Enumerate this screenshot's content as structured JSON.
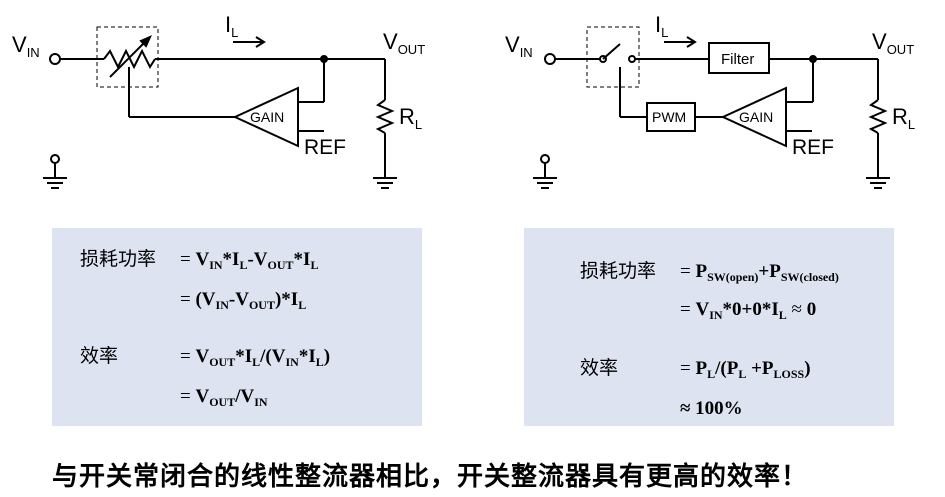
{
  "left_circuit": {
    "vin": "V",
    "vin_sub": "IN",
    "il": "I",
    "il_sub": "L",
    "vout": "V",
    "vout_sub": "OUT",
    "rl": "R",
    "rl_sub": "L",
    "gain": "GAIN",
    "ref": "REF"
  },
  "right_circuit": {
    "vin": "V",
    "vin_sub": "IN",
    "il": "I",
    "il_sub": "L",
    "vout": "V",
    "vout_sub": "OUT",
    "rl": "R",
    "rl_sub": "L",
    "filter": "Filter",
    "pwm": "PWM",
    "gain": "GAIN",
    "ref": "REF"
  },
  "left_box": {
    "loss_label": "损耗功率",
    "loss_line1": "= V IN*IL-VOUT*IL",
    "loss_line2": "= (VIN-VOUT)*IL",
    "eff_label": "效率",
    "eff_line1": "= VOUT*IL/(VIN*IL)",
    "eff_line2": "= VOUT/VIN"
  },
  "right_box": {
    "loss_label": "损耗功率",
    "loss_line1": "= PSW(open)+PSW(closed)",
    "loss_line2": "= VIN*0+0*IL ≈ 0",
    "eff_label": "效率",
    "eff_line1": "= PL/(PL +PLOSS)",
    "eff_line2": "≈ 100%"
  },
  "caption": "与开关常闭合的线性整流器相比，开关整流器具有更高的效率！"
}
